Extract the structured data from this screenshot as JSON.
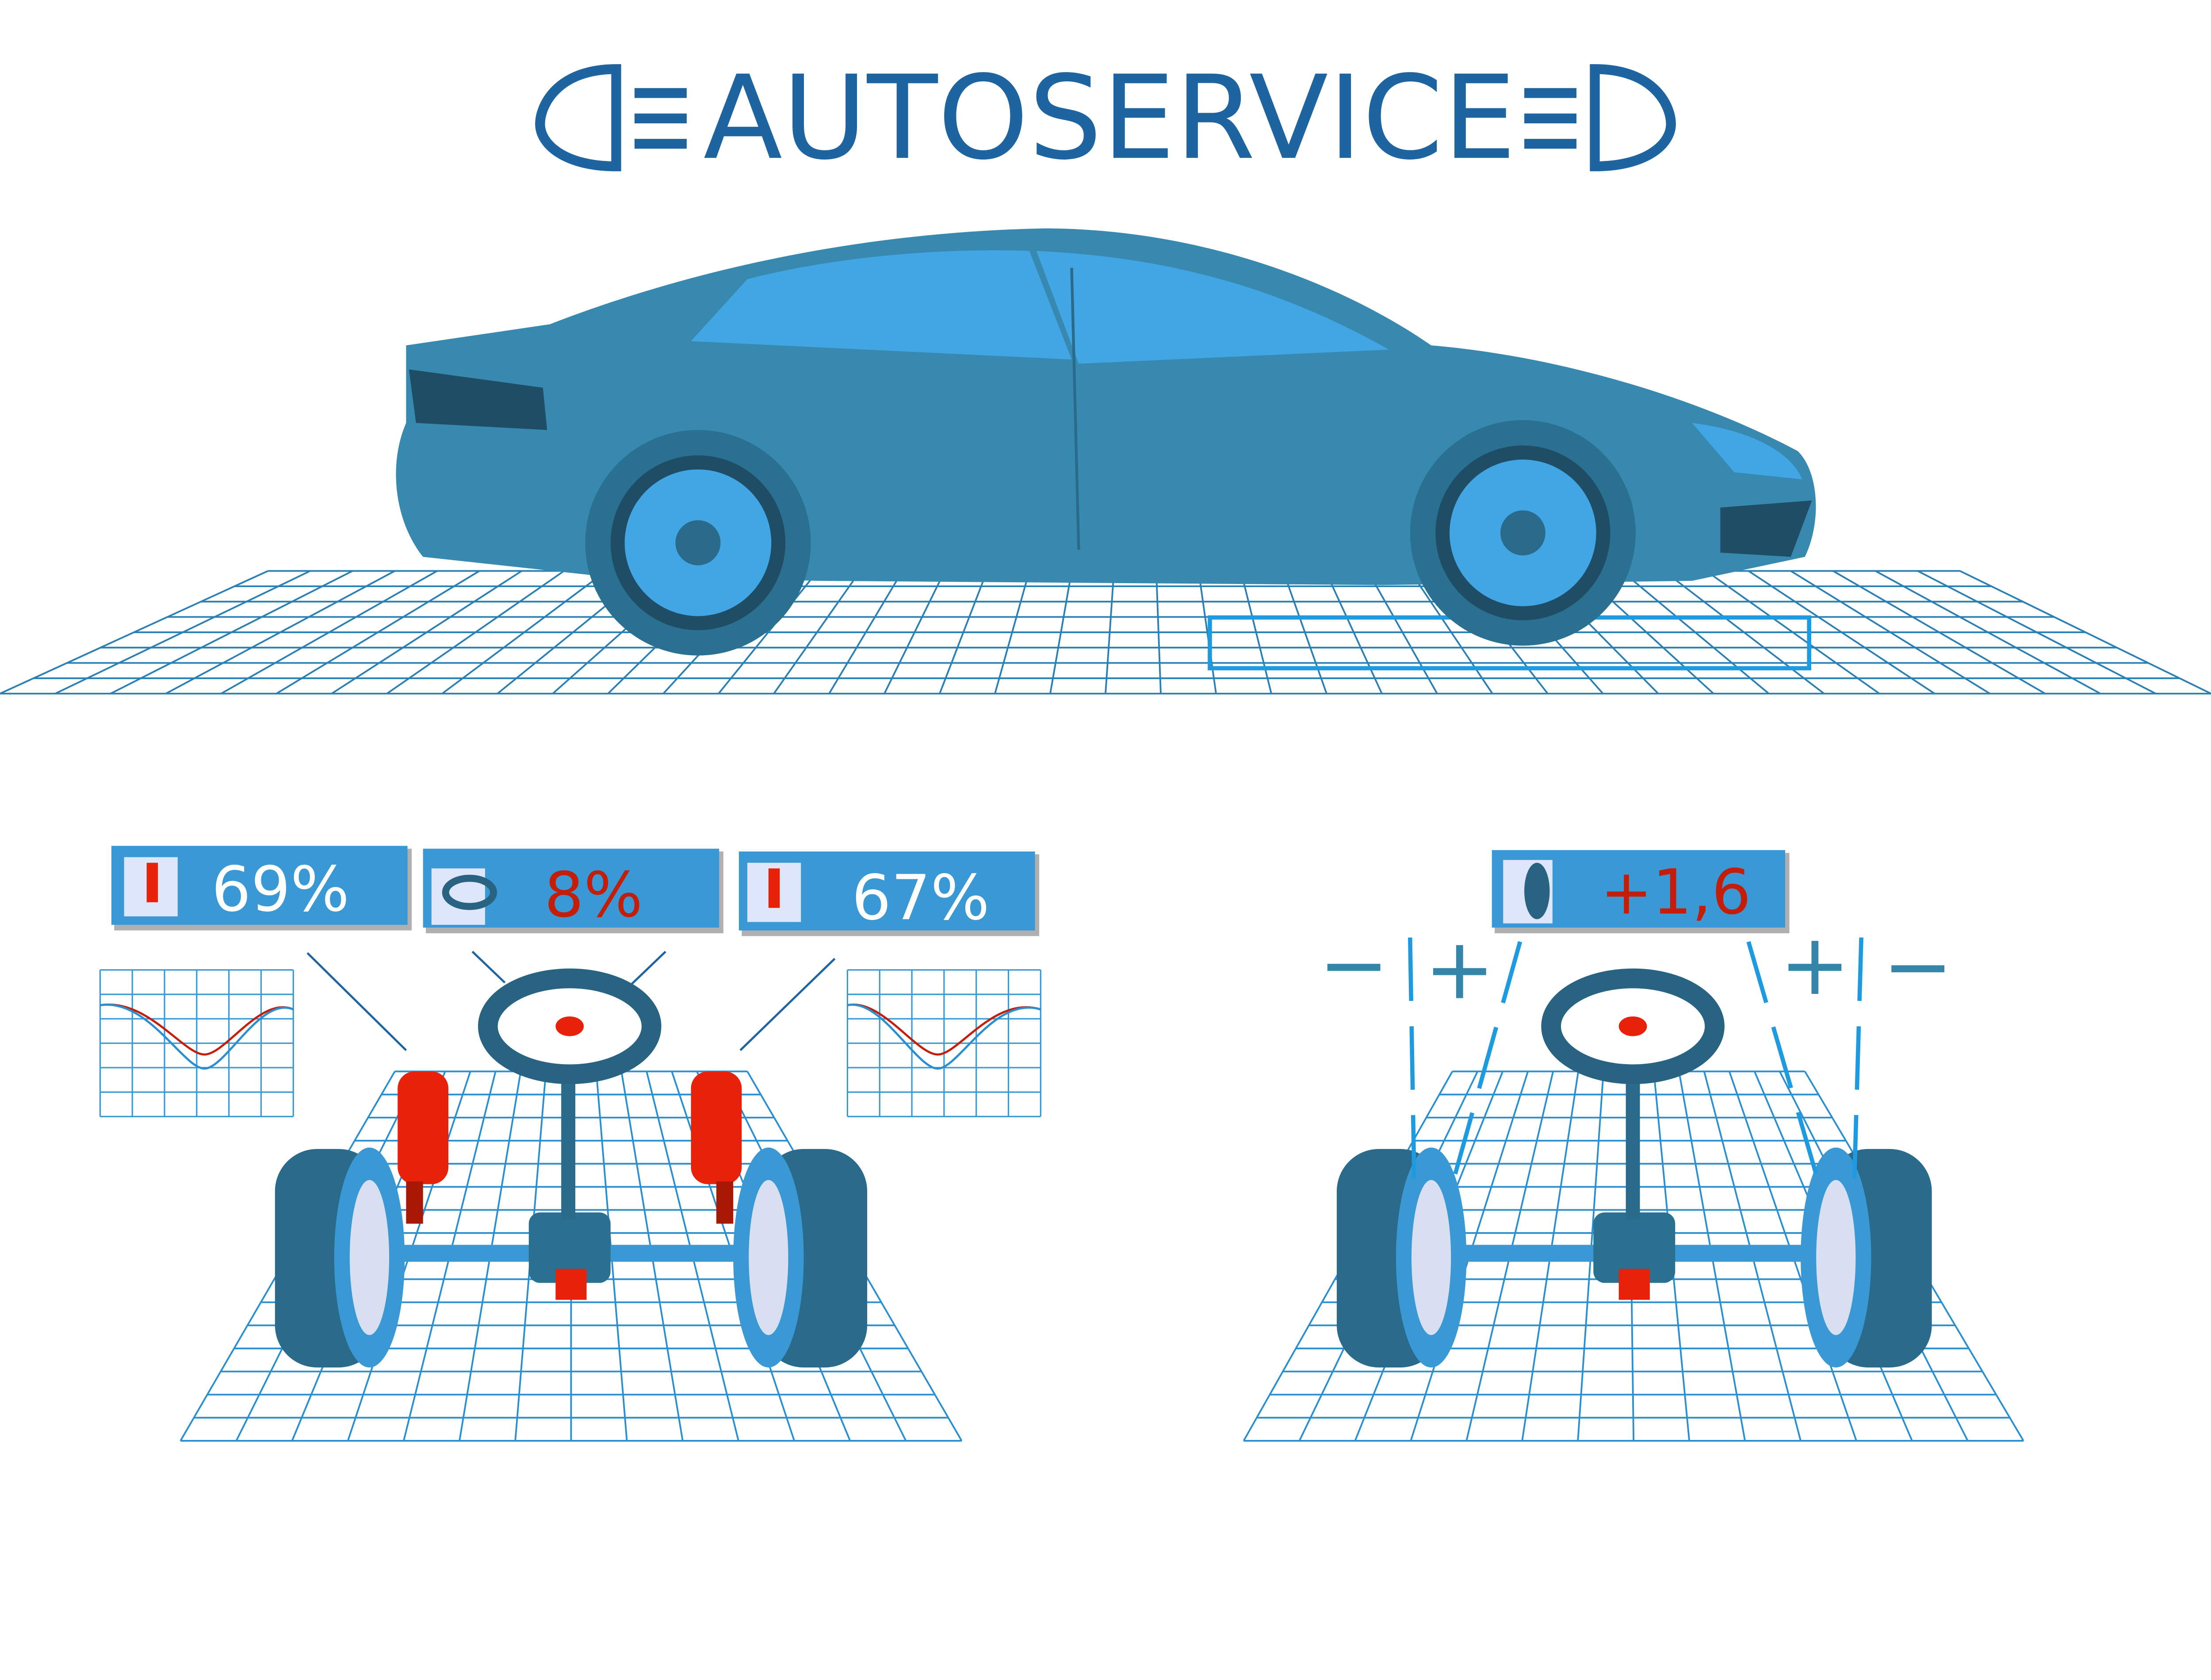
{
  "header": {
    "title": "AUTOSERVICE",
    "left_icon": "low-beam-headlight-icon",
    "right_icon": "low-beam-headlight-icon"
  },
  "colors": {
    "title": "#1e64a0",
    "car": "#3889b0",
    "badge": "#3a98d4",
    "alert": "#c41e0a",
    "grid": "#2a7fb5"
  },
  "badges": [
    {
      "icon": "shock-absorber-icon",
      "value": "69%",
      "color": "#ffffff"
    },
    {
      "icon": "steering-wheel-icon",
      "value": "8%",
      "color": "#c41e0a"
    },
    {
      "icon": "shock-absorber-icon",
      "value": "67%",
      "color": "#ffffff"
    },
    {
      "icon": "wheel-alignment-icon",
      "value": "+1,6",
      "color": "#c41e0a"
    }
  ],
  "alignment": {
    "left_minus": "−",
    "left_plus": "+",
    "right_plus": "+",
    "right_minus": "−"
  }
}
